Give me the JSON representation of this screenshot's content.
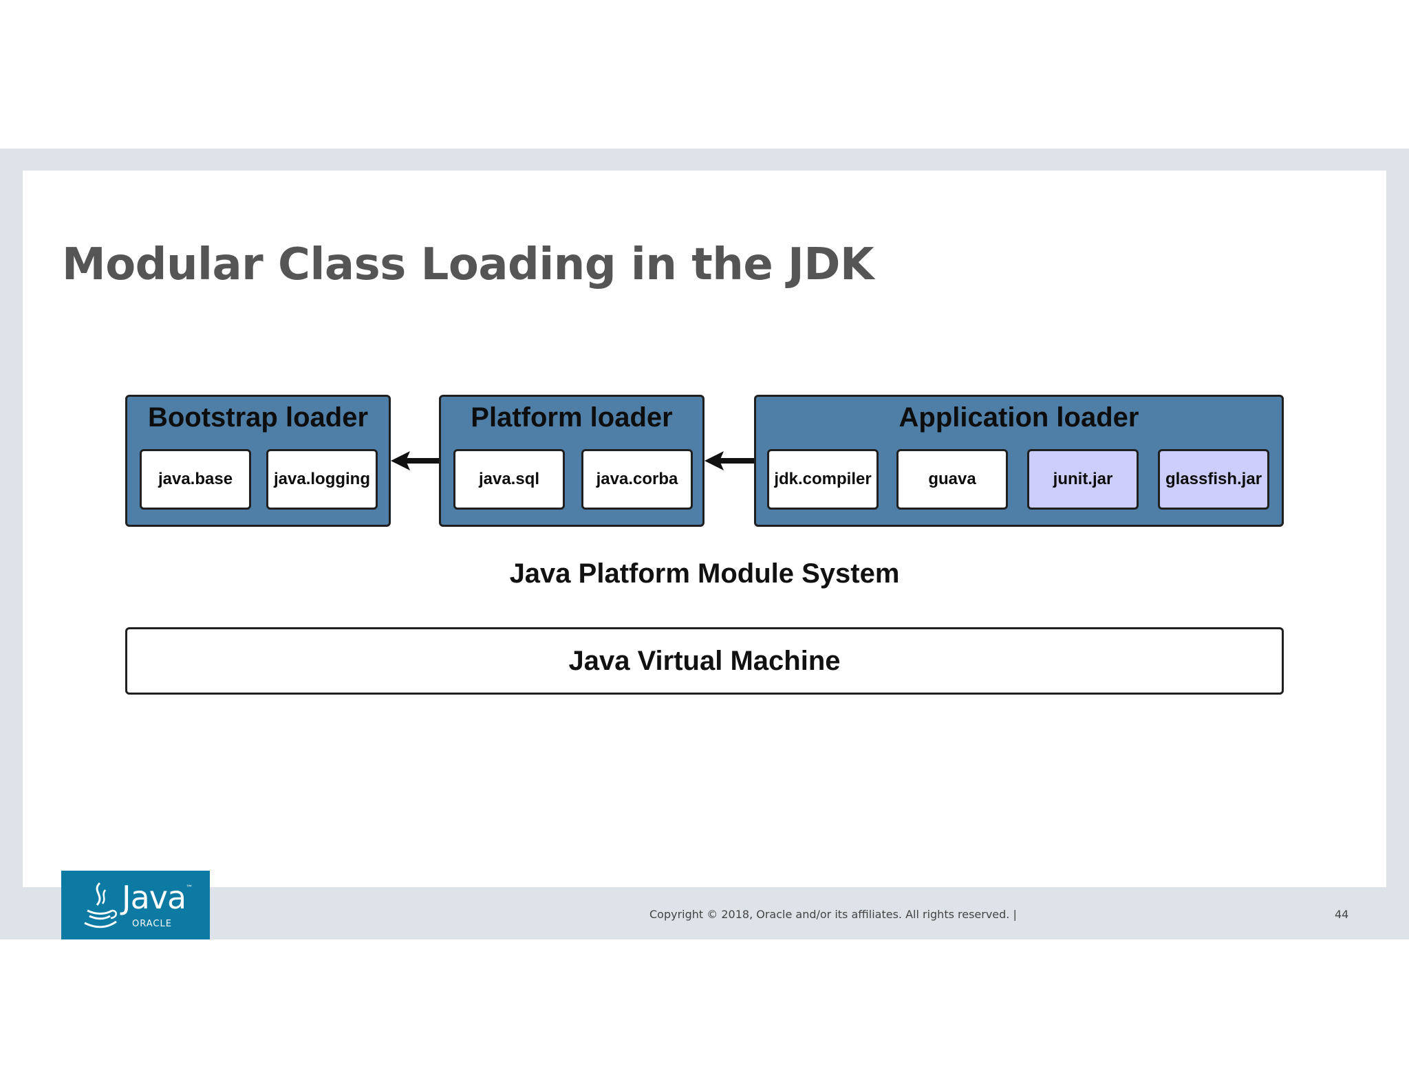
{
  "slide": {
    "title": "Modular Class Loading in the JDK",
    "page_number": "44",
    "copyright": "Copyright © 2018, Oracle and/or its affiliates. All rights reserved.  |"
  },
  "diagram": {
    "loaders": [
      {
        "name": "Bootstrap loader",
        "modules": [
          "java.base",
          "java.logging"
        ]
      },
      {
        "name": "Platform loader",
        "modules": [
          "java.sql",
          "java.corba"
        ]
      },
      {
        "name": "Application loader",
        "modules": [
          "jdk.compiler",
          "guava",
          "junit.jar",
          "glassfish.jar"
        ]
      }
    ],
    "module_system_label": "Java Platform Module System",
    "jvm_label": "Java Virtual Machine",
    "colors": {
      "loader_fill": "#4f7ea6",
      "module_fill": "#ffffff",
      "user_jar_fill": "#cdcdfa"
    }
  },
  "logo": {
    "word": "Java",
    "trademark": "™",
    "sub": "ORACLE",
    "icon": "java-coffee-cup-icon",
    "color": "#0d7aa3"
  }
}
